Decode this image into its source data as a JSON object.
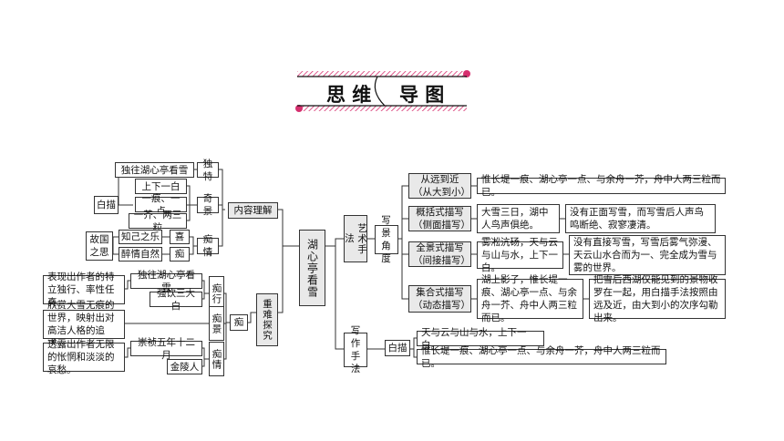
{
  "header": {
    "title_left": "思 维",
    "title_right": "导 图"
  },
  "colors": {
    "accent": "#d6306f",
    "box_gray": "#e9e9e9",
    "line": "#333333"
  },
  "root": "湖心亭看雪",
  "left": {
    "neirong": "内容理解",
    "dute": "独特",
    "dute_text": "独往湖心亭看雪",
    "baimiao": "白描",
    "qijing": "奇景",
    "qijing_items": [
      "上下一白",
      "一痕、一点",
      "一芥、两三粒"
    ],
    "chiqing": "痴情",
    "guguo": "故国之思",
    "chiqing_items": [
      {
        "text": "知己之乐",
        "label": "喜"
      },
      {
        "text": "醉情自然",
        "label": "痴"
      }
    ],
    "zhongnan": "重难探究",
    "chi": "痴",
    "groups": [
      {
        "label": "痴行",
        "items": [
          "独往湖心亭看雪",
          "强饮三大白"
        ],
        "note": "表现出作者的特立独行、率性任真。"
      },
      {
        "label": "痴景",
        "items": [],
        "note": "欣赏大雪无痕的世界，映射出对高洁人格的追求。"
      },
      {
        "label": "痴情",
        "items": [
          "崇祯五年十二月",
          "金陵人"
        ],
        "note": "透露出作者无限的怅惘和淡淡的哀愁。"
      }
    ]
  },
  "right": {
    "yishu": "艺术手法",
    "xiejing": "写景角度",
    "angles": [
      {
        "name": "从远到近（从大到小）",
        "texts": [
          "惟长堤一痕、湖心亭一点、与余舟一芥，舟中人两三粒而已。"
        ]
      },
      {
        "name": "概括式描写（侧面描写）",
        "texts": [
          "大雪三日，湖中人鸟声俱绝。",
          "没有正面写雪，而写雪后人声鸟鸣断绝、寂寥凄清。"
        ]
      },
      {
        "name": "全景式描写（间接描写）",
        "texts": [
          "雾凇沆砀，天与云与山与水，上下一白。",
          "没有直接写雪，写雪后雾气弥漫、天云山水合而为一、完全成为雪与雾的世界。"
        ]
      },
      {
        "name": "集合式描写（动态描写）",
        "texts": [
          "湖上影子，惟长堤一痕、湖心亭一点、与余舟一芥、舟中人两三粒而已。",
          "把雪后西湖仅能见到的景物收罗在一起，用白描手法按照由远及近，由大到小的次序勾勒出来。"
        ]
      }
    ],
    "xiezuo": "写作手法",
    "baimiao": "白描",
    "baimiao_items": [
      "天与云与山与水，上下一白。",
      "惟长堤一痕、湖心亭一点、与余舟一芥，舟中人两三粒而已。"
    ]
  }
}
